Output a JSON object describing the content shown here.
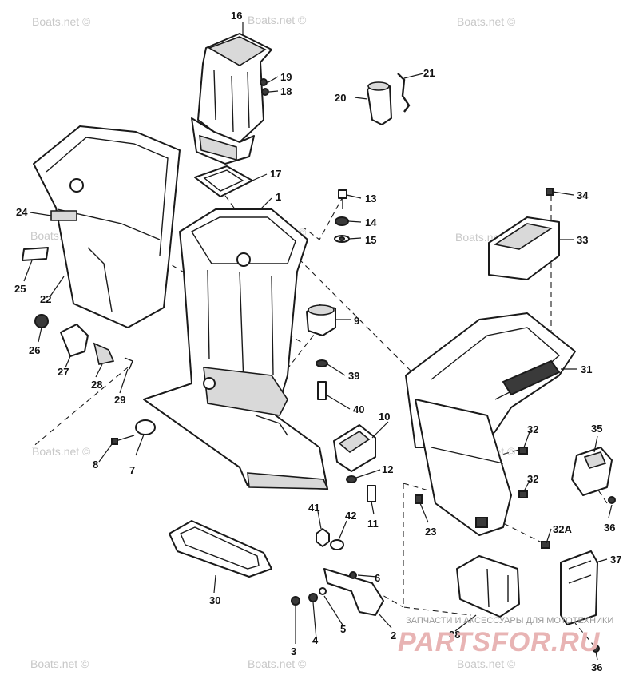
{
  "watermark": "Boats.net ©",
  "brand": {
    "tagline": "ЗАПЧАСТИ И АКСЕССУАРЫ ДЛЯ МОТОТЕХНИКИ",
    "name": "PARTSFOR.RU",
    "color": "#e8b4b4"
  },
  "callouts": [
    "1",
    "2",
    "3",
    "4",
    "5",
    "6",
    "7",
    "8",
    "9",
    "10",
    "11",
    "12",
    "13",
    "14",
    "15",
    "16",
    "17",
    "18",
    "19",
    "20",
    "21",
    "22",
    "23",
    "24",
    "25",
    "26",
    "27",
    "28",
    "29",
    "30",
    "31",
    "32",
    "32",
    "32A",
    "33",
    "34",
    "35",
    "36",
    "36",
    "37",
    "38",
    "39",
    "40",
    "41",
    "42"
  ]
}
